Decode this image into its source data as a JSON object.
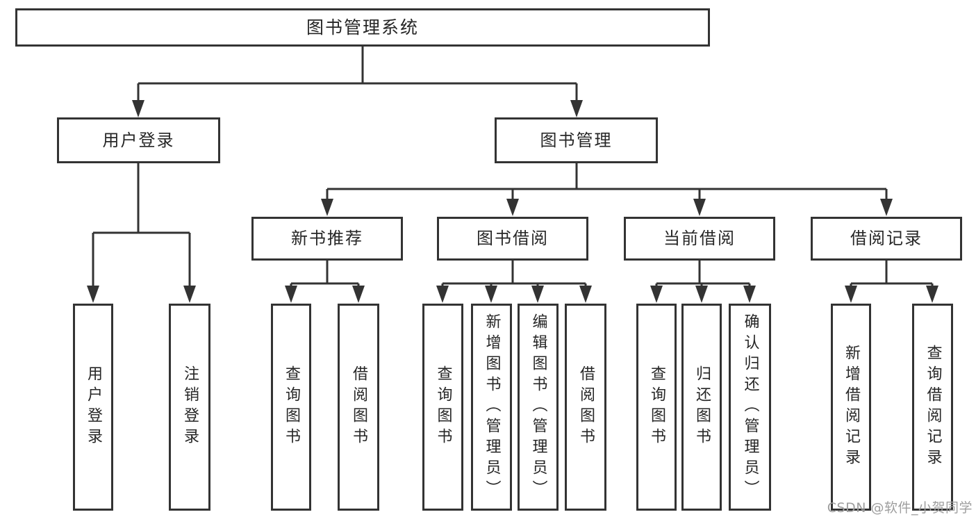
{
  "diagram_title": "图书管理系统",
  "tree": {
    "root": {
      "label": "图书管理系统"
    },
    "branches": [
      {
        "label": "用户登录",
        "children": [
          {
            "label": "用户登录"
          },
          {
            "label": "注销登录"
          }
        ]
      },
      {
        "label": "图书管理",
        "children": [
          {
            "label": "新书推荐",
            "children": [
              {
                "label": "查询图书"
              },
              {
                "label": "借阅图书"
              }
            ]
          },
          {
            "label": "图书借阅",
            "children": [
              {
                "label": "查询图书"
              },
              {
                "label": "新增图书（管理员）"
              },
              {
                "label": "编辑图书（管理员）"
              },
              {
                "label": "借阅图书"
              }
            ]
          },
          {
            "label": "当前借阅",
            "children": [
              {
                "label": "查询图书"
              },
              {
                "label": "归还图书"
              },
              {
                "label": "确认归还（管理员）"
              }
            ]
          },
          {
            "label": "借阅记录",
            "children": [
              {
                "label": "新增借阅记录"
              },
              {
                "label": "查询借阅记录"
              }
            ]
          }
        ]
      }
    ]
  },
  "watermark": "CSDN @软件_小贺同学",
  "colors": {
    "line": "#333333",
    "box_border": "#333333",
    "text": "#262626",
    "watermark": "#9e9e9e",
    "background": "#ffffff"
  }
}
